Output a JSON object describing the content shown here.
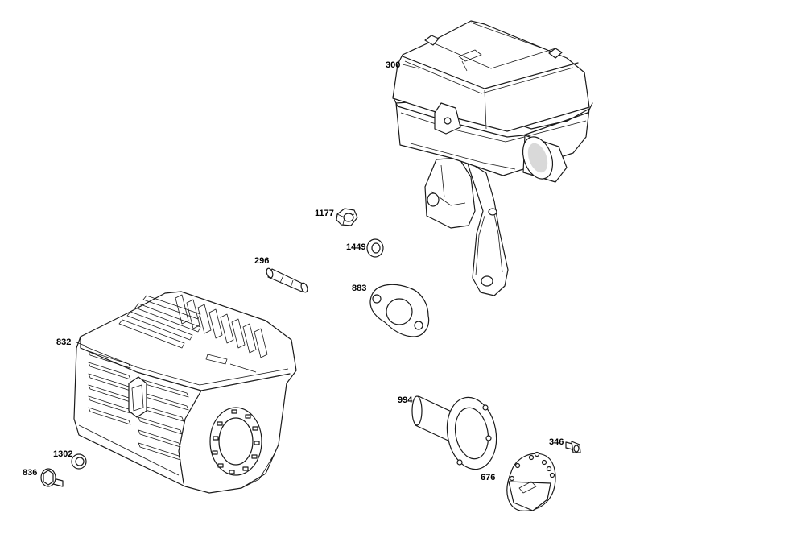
{
  "parts": [
    {
      "id": "p300",
      "number": "300",
      "name": "muffler-assembly"
    },
    {
      "id": "p1177",
      "number": "1177",
      "name": "nut"
    },
    {
      "id": "p1449",
      "number": "1449",
      "name": "washer"
    },
    {
      "id": "p296",
      "number": "296",
      "name": "stud"
    },
    {
      "id": "p883",
      "number": "883",
      "name": "exhaust-gasket"
    },
    {
      "id": "p832",
      "number": "832",
      "name": "muffler-heat-shield"
    },
    {
      "id": "p994",
      "number": "994",
      "name": "spark-arrestor-screen"
    },
    {
      "id": "p346",
      "number": "346",
      "name": "screw"
    },
    {
      "id": "p676",
      "number": "676",
      "name": "deflector"
    },
    {
      "id": "p1302",
      "number": "1302",
      "name": "washer"
    },
    {
      "id": "p836",
      "number": "836",
      "name": "flange-bolt"
    }
  ],
  "colors": {
    "line": "#1a1a1a",
    "background": "#ffffff",
    "shade": "#d9d9d9"
  }
}
